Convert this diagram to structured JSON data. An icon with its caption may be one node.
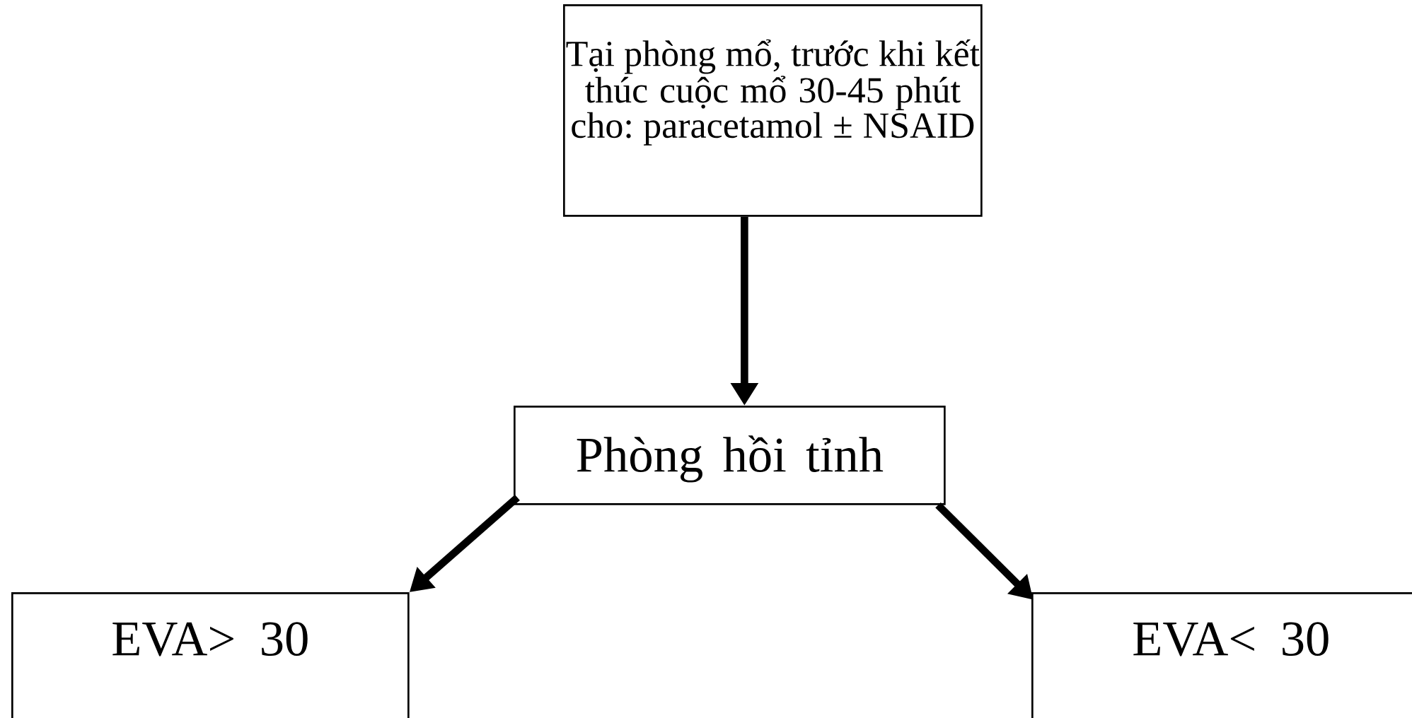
{
  "diagram": {
    "nodes": [
      {
        "text": [
          "Tại phòng mổ, trước khi kết thúc cuộc mổ 30-45 phút cho: paracetamol ± NSAID"
        ]
      },
      {
        "text": [
          "Phòng hồi tỉnh"
        ]
      },
      {
        "text": [
          "EVA> 30"
        ]
      },
      {
        "text": [
          "EVA< 30"
        ]
      }
    ],
    "edges": [
      {
        "from": 0,
        "to": 1,
        "arrow": "to"
      },
      {
        "from": 1,
        "to": 2,
        "arrow": "to"
      },
      {
        "from": 1,
        "to": 3,
        "arrow": "to"
      }
    ]
  }
}
